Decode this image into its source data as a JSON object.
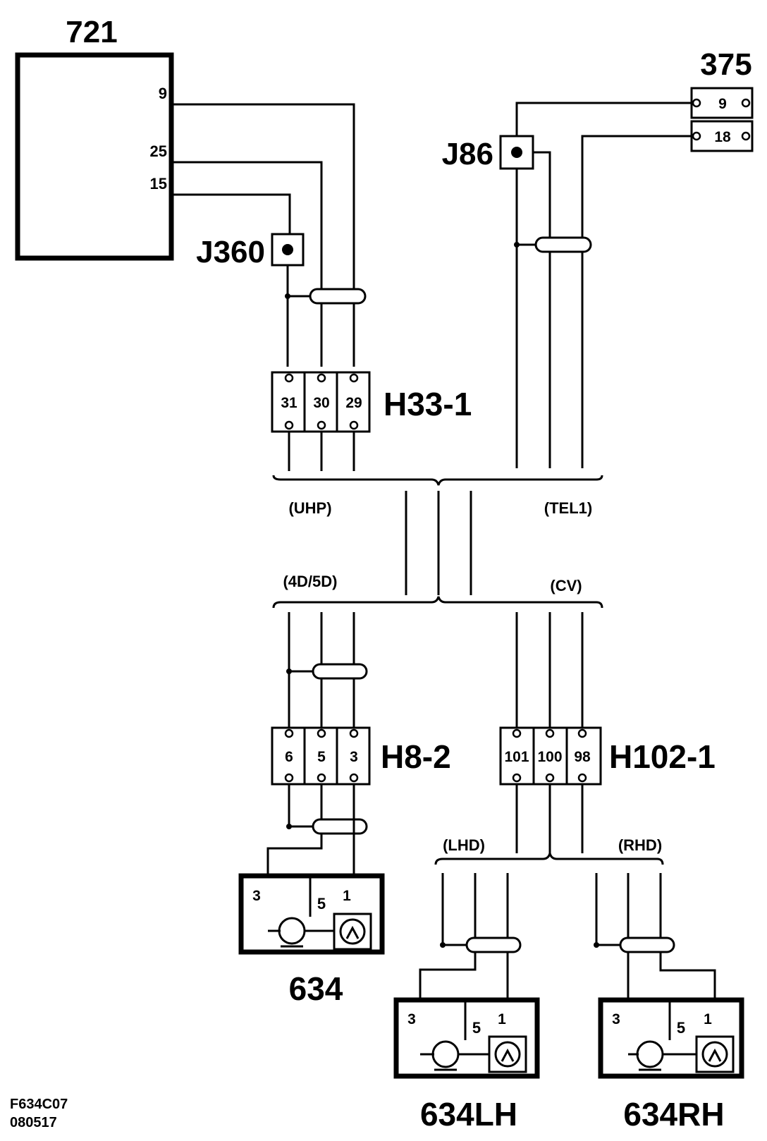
{
  "components": {
    "ecu": {
      "id": "721",
      "pins": [
        "9",
        "25",
        "15"
      ]
    },
    "conn375": {
      "id": "375",
      "pins": [
        "9",
        "18"
      ]
    },
    "splice_j360": "J360",
    "splice_j86": "J86",
    "h33": {
      "id": "H33-1",
      "pins": [
        "31",
        "30",
        "29"
      ]
    },
    "h8": {
      "id": "H8-2",
      "pins": [
        "6",
        "5",
        "3"
      ]
    },
    "h102": {
      "id": "H102-1",
      "pins": [
        "101",
        "100",
        "98"
      ]
    },
    "speaker_634": {
      "id": "634",
      "pins": [
        "3",
        "5",
        "1"
      ]
    },
    "speaker_634lh": {
      "id": "634LH",
      "pins": [
        "3",
        "5",
        "1"
      ]
    },
    "speaker_634rh": {
      "id": "634RH",
      "pins": [
        "3",
        "5",
        "1"
      ]
    }
  },
  "groups": {
    "uhp": "(UHP)",
    "tel1": "(TEL1)",
    "body": "(4D/5D)",
    "cv": "(CV)",
    "lhd": "(LHD)",
    "rhd": "(RHD)"
  },
  "footer": {
    "code": "F634C07",
    "date": "080517"
  }
}
